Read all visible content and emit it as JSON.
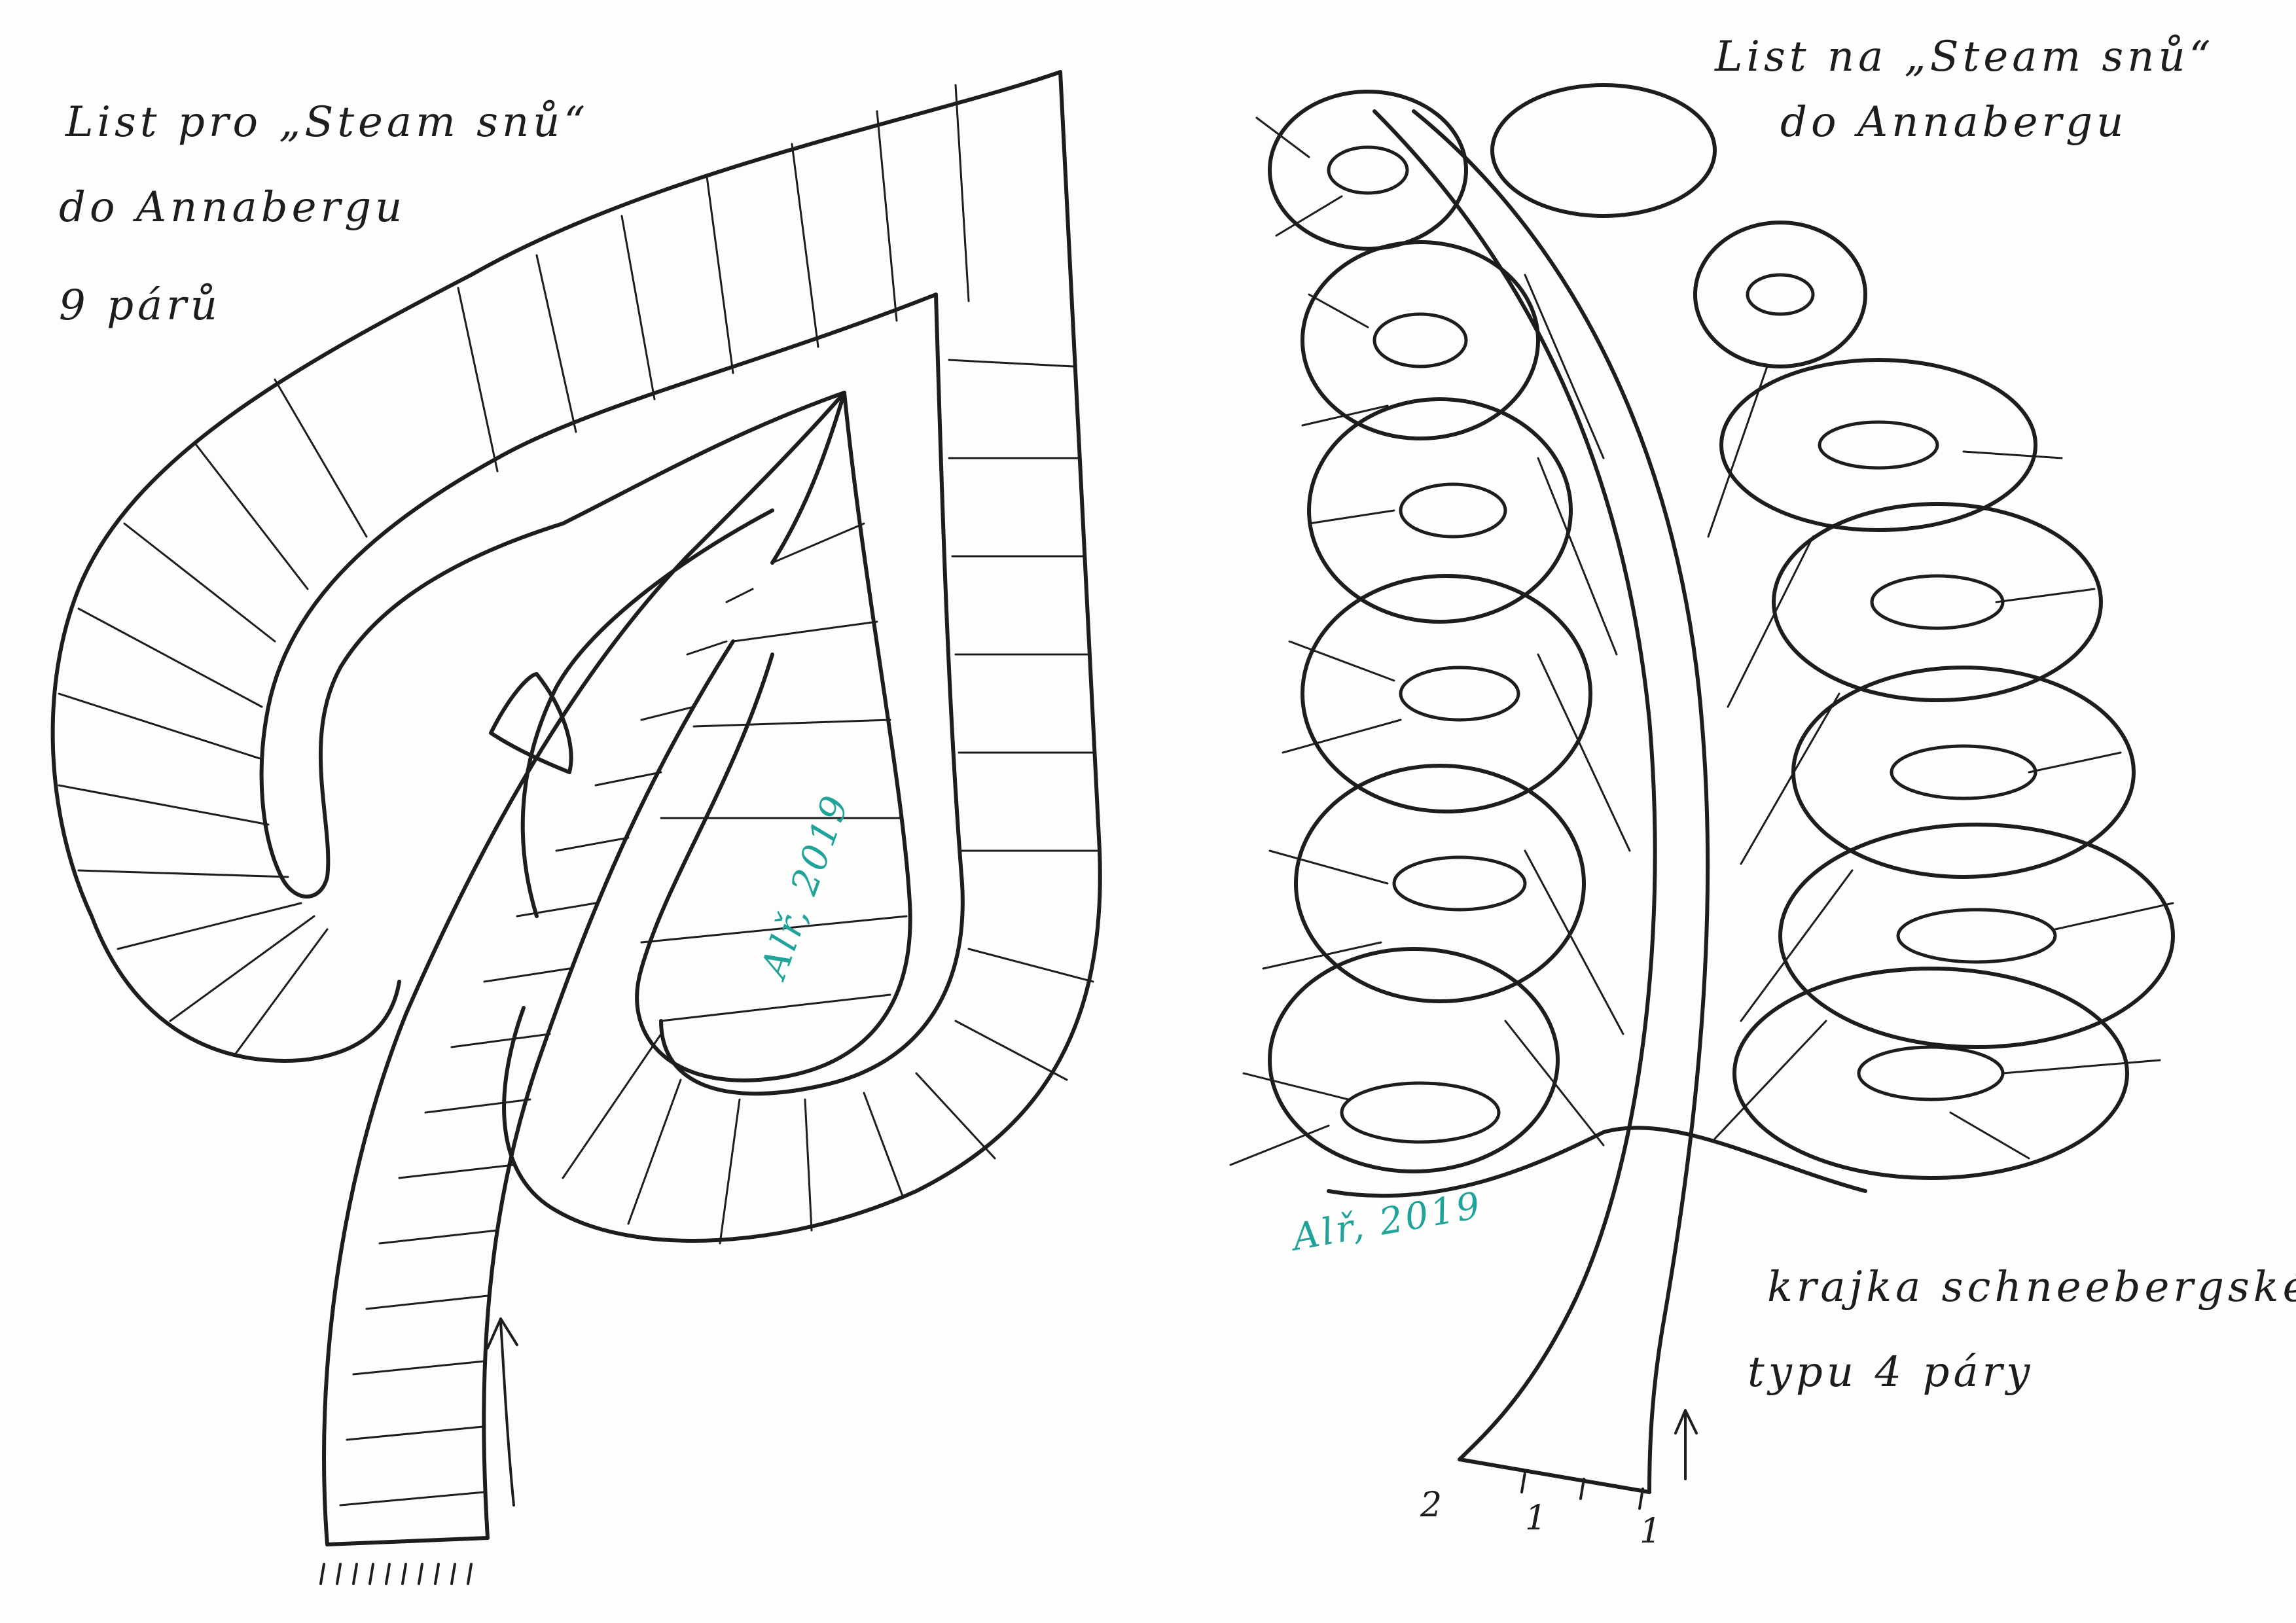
{
  "left_pattern": {
    "title_line1": "List pro „Steam snů“",
    "title_line2": "do Annabergu",
    "pairs": "9 párů",
    "signature": "Alř, 2019"
  },
  "right_pattern": {
    "title_line1": "List na „Steam snů“",
    "title_line2": "do Annabergu",
    "lace_line1": "krajka schneebergskék",
    "lace_line2": "typu   4 páry",
    "signature": "Alř, 2019",
    "pair_marks": [
      "2",
      "1",
      "1"
    ]
  },
  "colors": {
    "ink": "#1d1d1d",
    "signature_ink": "#1fa39a",
    "paper": "#fdfdfc"
  }
}
